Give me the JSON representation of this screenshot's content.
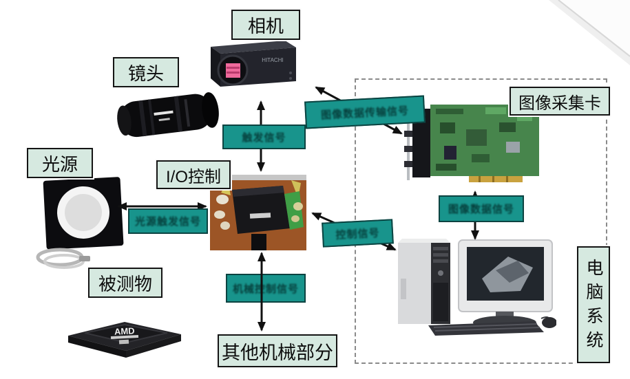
{
  "nodes": {
    "camera": "相机",
    "lens": "镜头",
    "light": "光源",
    "io": "I/O控制",
    "object": "被测物",
    "mechanical": "其他机械部分",
    "capture_card": "图像采集卡",
    "computer": "电脑系统"
  },
  "signals": {
    "camera_io": "触发信号",
    "light_io": "光源触发信号",
    "camera_card": "图像数据传输信号",
    "io_computer": "控制信号",
    "card_computer": "图像数据信号",
    "io_mechanical": "机械控制信号"
  },
  "images": {
    "camera_brand": "HITACHI",
    "cpu_text": "AMD"
  },
  "colors": {
    "node_label_bg": "#d6e9e0",
    "node_label_border": "#141414",
    "signal_bg": "#18948c",
    "signal_border": "#0c4341",
    "dashed_box": "#8a8a8a",
    "corner_green": "#8abe4a",
    "arrow": "#111111"
  }
}
